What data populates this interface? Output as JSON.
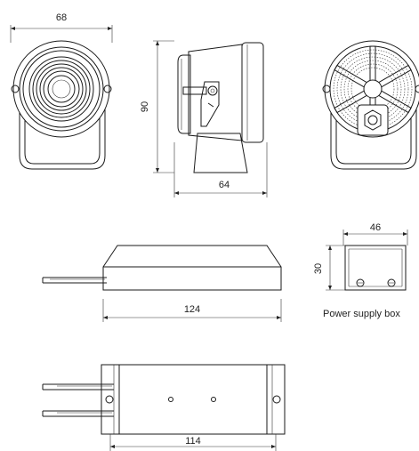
{
  "dimensions": {
    "front_width": "68",
    "side_height": "90",
    "side_depth": "64",
    "supply_box_width": "46",
    "supply_box_height": "30",
    "base_length": "124",
    "base_inner_length": "114"
  },
  "labels": {
    "power_supply_box": "Power supply box"
  }
}
